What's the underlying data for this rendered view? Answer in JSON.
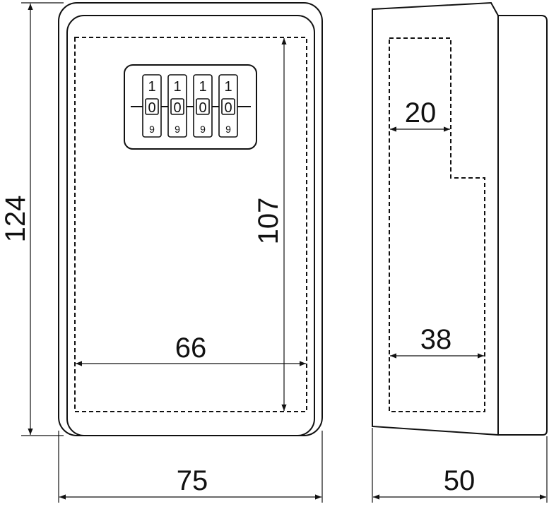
{
  "dimensions": {
    "front_height": "124",
    "inner_height": "107",
    "inner_width": "66",
    "front_width": "75",
    "depth": "50",
    "inner_depth_top": "20",
    "inner_depth_bottom": "38"
  },
  "combination_lock": {
    "wheels": [
      {
        "top": "1",
        "current": "0",
        "bottom": "9"
      },
      {
        "top": "1",
        "current": "0",
        "bottom": "9"
      },
      {
        "top": "1",
        "current": "0",
        "bottom": "9"
      },
      {
        "top": "1",
        "current": "0",
        "bottom": "9"
      }
    ]
  }
}
